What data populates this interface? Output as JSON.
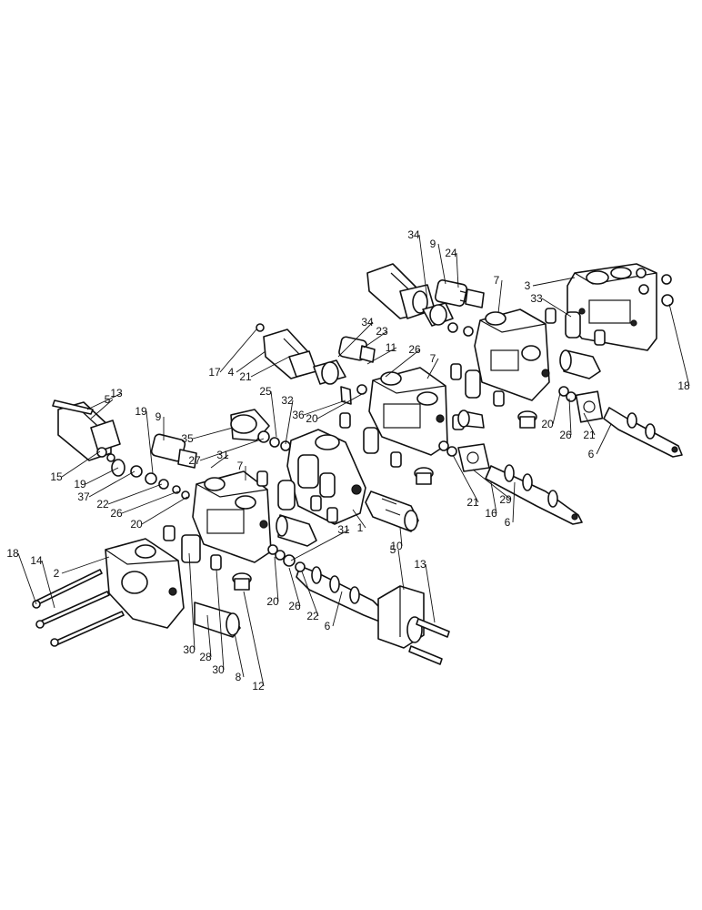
{
  "callouts": [
    {
      "id": "c1",
      "label": "34"
    },
    {
      "id": "c2",
      "label": "9"
    },
    {
      "id": "c3",
      "label": "24"
    },
    {
      "id": "c4",
      "label": "7"
    },
    {
      "id": "c5",
      "label": "3"
    },
    {
      "id": "c6",
      "label": "33"
    },
    {
      "id": "c7",
      "label": "18"
    },
    {
      "id": "c8",
      "label": "34"
    },
    {
      "id": "c9",
      "label": "23"
    },
    {
      "id": "c10",
      "label": "11"
    },
    {
      "id": "c11",
      "label": "26"
    },
    {
      "id": "c12",
      "label": "7"
    },
    {
      "id": "c13",
      "label": "17"
    },
    {
      "id": "c14",
      "label": "4"
    },
    {
      "id": "c15",
      "label": "21"
    },
    {
      "id": "c16",
      "label": "25"
    },
    {
      "id": "c17",
      "label": "32"
    },
    {
      "id": "c18",
      "label": "36"
    },
    {
      "id": "c19",
      "label": "20"
    },
    {
      "id": "c20",
      "label": "13"
    },
    {
      "id": "c21",
      "label": "5"
    },
    {
      "id": "c22",
      "label": "19"
    },
    {
      "id": "c23",
      "label": "9"
    },
    {
      "id": "c24",
      "label": "35"
    },
    {
      "id": "c25",
      "label": "27"
    },
    {
      "id": "c26",
      "label": "31"
    },
    {
      "id": "c27",
      "label": "7"
    },
    {
      "id": "c28",
      "label": "15"
    },
    {
      "id": "c29",
      "label": "19"
    },
    {
      "id": "c30",
      "label": "37"
    },
    {
      "id": "c31",
      "label": "22"
    },
    {
      "id": "c32",
      "label": "26"
    },
    {
      "id": "c33",
      "label": "20"
    },
    {
      "id": "c34",
      "label": "20"
    },
    {
      "id": "c35",
      "label": "26"
    },
    {
      "id": "c36",
      "label": "21"
    },
    {
      "id": "c37",
      "label": "6"
    },
    {
      "id": "c38",
      "label": "29"
    },
    {
      "id": "c39",
      "label": "21"
    },
    {
      "id": "c40",
      "label": "16"
    },
    {
      "id": "c41",
      "label": "6"
    },
    {
      "id": "c42",
      "label": "1"
    },
    {
      "id": "c43",
      "label": "10"
    },
    {
      "id": "c44",
      "label": "31"
    },
    {
      "id": "c45",
      "label": "5"
    },
    {
      "id": "c46",
      "label": "13"
    },
    {
      "id": "c47",
      "label": "18"
    },
    {
      "id": "c48",
      "label": "14"
    },
    {
      "id": "c49",
      "label": "2"
    },
    {
      "id": "c50",
      "label": "20"
    },
    {
      "id": "c51",
      "label": "26"
    },
    {
      "id": "c52",
      "label": "22"
    },
    {
      "id": "c53",
      "label": "6"
    },
    {
      "id": "c54",
      "label": "30"
    },
    {
      "id": "c55",
      "label": "28"
    },
    {
      "id": "c56",
      "label": "30"
    },
    {
      "id": "c57",
      "label": "8"
    },
    {
      "id": "c58",
      "label": "12"
    }
  ]
}
